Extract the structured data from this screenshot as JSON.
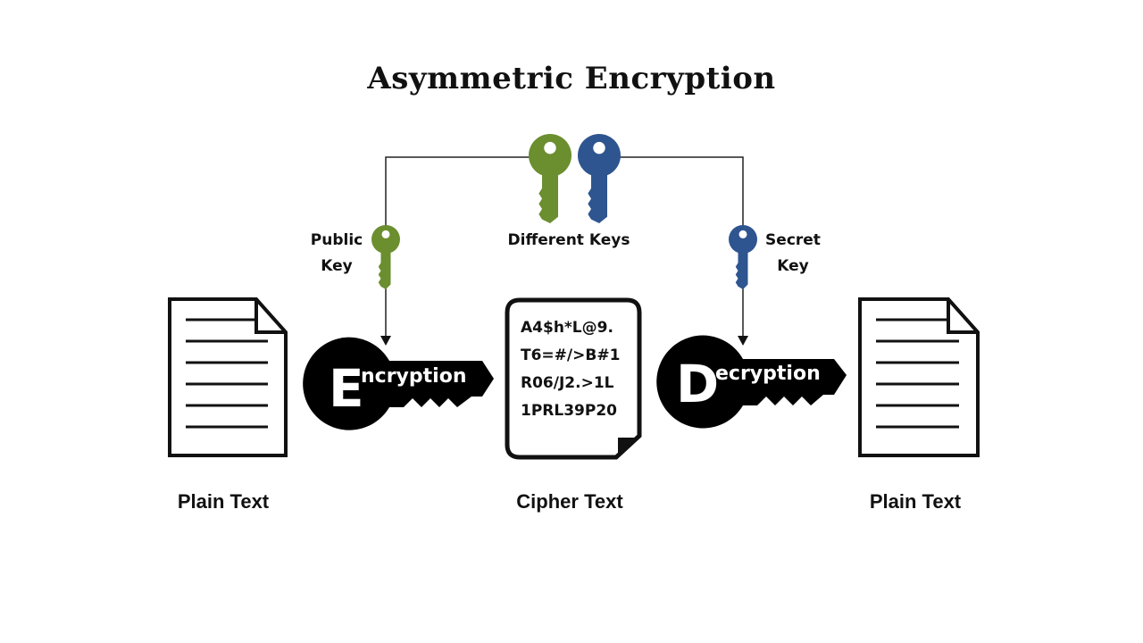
{
  "title": "Asymmetric Encryption",
  "keys": {
    "center_label": "Different Keys",
    "public": {
      "line1": "Public",
      "line2": "Key",
      "color": "#6b8e2f"
    },
    "secret": {
      "line1": "Secret",
      "line2": "Key",
      "color": "#2e5590"
    }
  },
  "encryption_key": {
    "initial": "E",
    "rest": "ncryption"
  },
  "decryption_key": {
    "initial": "D",
    "rest": "ecryption"
  },
  "cipher": {
    "lines": [
      "A4$h*L@9.",
      "T6=#/>B#1",
      "R06/J2.>1L",
      "1PRL39P20"
    ]
  },
  "captions": {
    "left": "Plain Text",
    "center": "Cipher Text",
    "right": "Plain Text"
  }
}
